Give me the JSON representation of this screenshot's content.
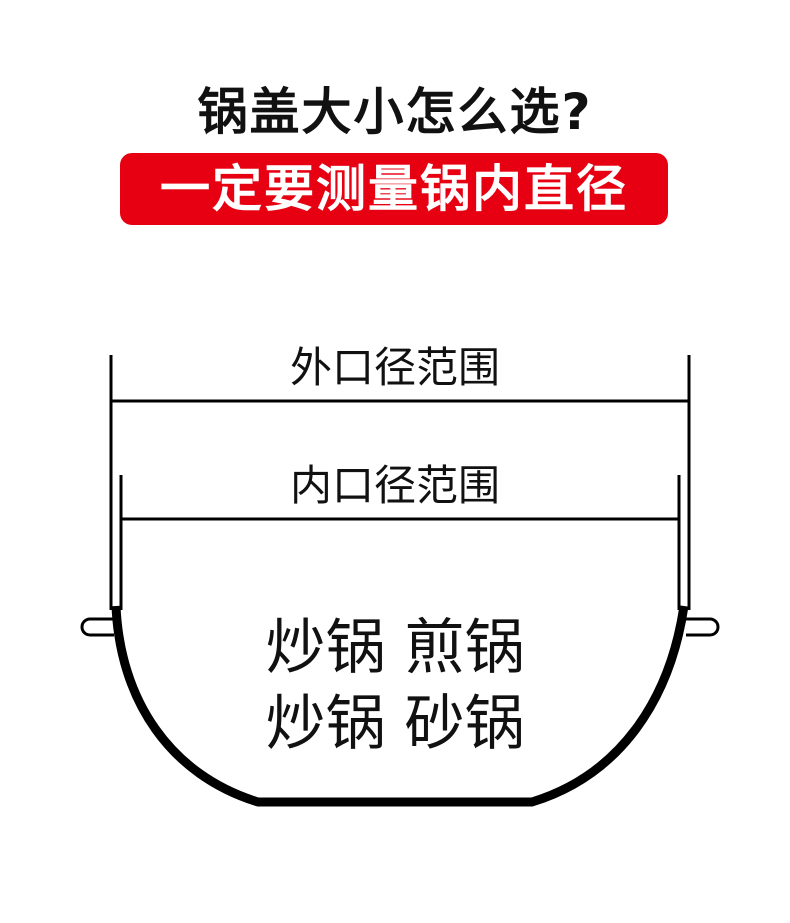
{
  "header": {
    "title": "锅盖大小怎么选?",
    "banner": "一定要测量锅内直径",
    "banner_color": "#e60012"
  },
  "diagram": {
    "outer_label": "外口径范围",
    "inner_label": "内口径范围",
    "pot_types": [
      "炒锅 煎锅",
      "炒锅 砂锅"
    ]
  }
}
